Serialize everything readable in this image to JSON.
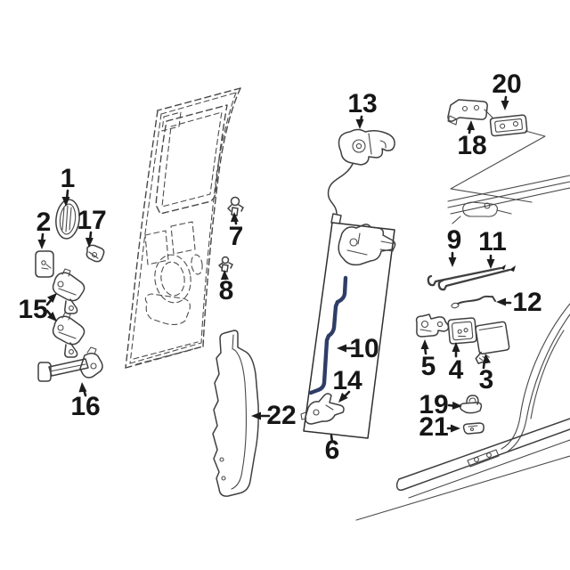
{
  "diagram": {
    "background": "#ffffff",
    "line_color": "#3f3f3f",
    "label_color": "#161616",
    "highlight_color": "#2e3e66",
    "callouts": {
      "c1": {
        "label": "1"
      },
      "c2": {
        "label": "2"
      },
      "c3": {
        "label": "3"
      },
      "c4": {
        "label": "4"
      },
      "c5": {
        "label": "5"
      },
      "c6": {
        "label": "6"
      },
      "c7": {
        "label": "7"
      },
      "c8": {
        "label": "8"
      },
      "c9": {
        "label": "9"
      },
      "c10": {
        "label": "10"
      },
      "c11": {
        "label": "11"
      },
      "c12": {
        "label": "12"
      },
      "c13": {
        "label": "13"
      },
      "c14": {
        "label": "14"
      },
      "c15": {
        "label": "15"
      },
      "c16": {
        "label": "16"
      },
      "c17": {
        "label": "17"
      },
      "c18": {
        "label": "18"
      },
      "c19": {
        "label": "19"
      },
      "c20": {
        "label": "20"
      },
      "c21": {
        "label": "21"
      },
      "c22": {
        "label": "22"
      }
    }
  }
}
